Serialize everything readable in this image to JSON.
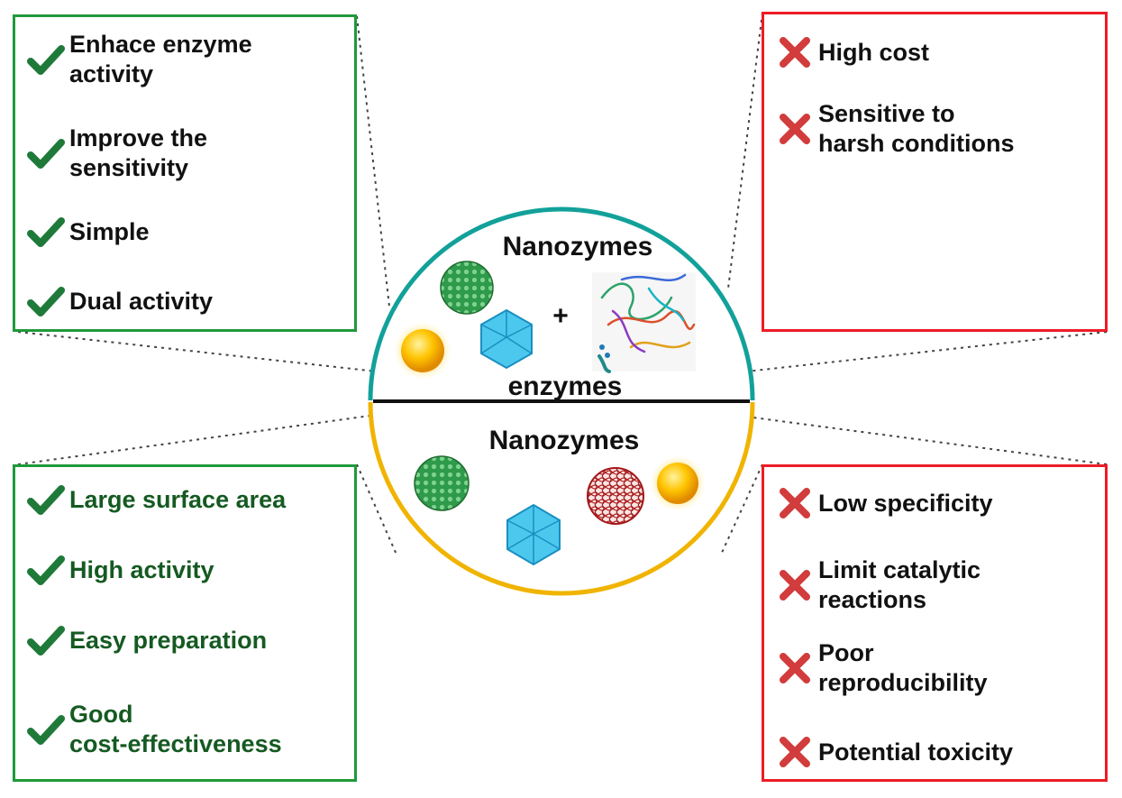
{
  "top_left": {
    "items": [
      "Enhace enzyme\nactivity",
      "Improve the\nsensitivity",
      "Simple",
      "Dual activity"
    ]
  },
  "bottom_left": {
    "items": [
      "Large surface area",
      "High activity",
      "Easy preparation",
      "Good\ncost-effectiveness"
    ]
  },
  "top_right": {
    "items": [
      "High cost",
      "Sensitive to\nharsh conditions"
    ]
  },
  "bottom_right": {
    "items": [
      "Low specificity",
      "Limit catalytic\nreactions",
      "Poor\nreproducibility",
      "Potential toxicity"
    ]
  },
  "circle": {
    "top_title": "Nanozymes",
    "plus": "+",
    "top_subtitle": "enzymes",
    "bottom_title": "Nanozymes"
  },
  "colors": {
    "pros_border": "#1f9a3a",
    "cons_border": "#ee1c25",
    "check": "#1f7a3a",
    "cross": "#d23c3c",
    "circle_top": "#12a19a",
    "circle_bottom": "#f0b400"
  },
  "icons": {
    "pro": "check-icon",
    "con": "cross-icon"
  }
}
